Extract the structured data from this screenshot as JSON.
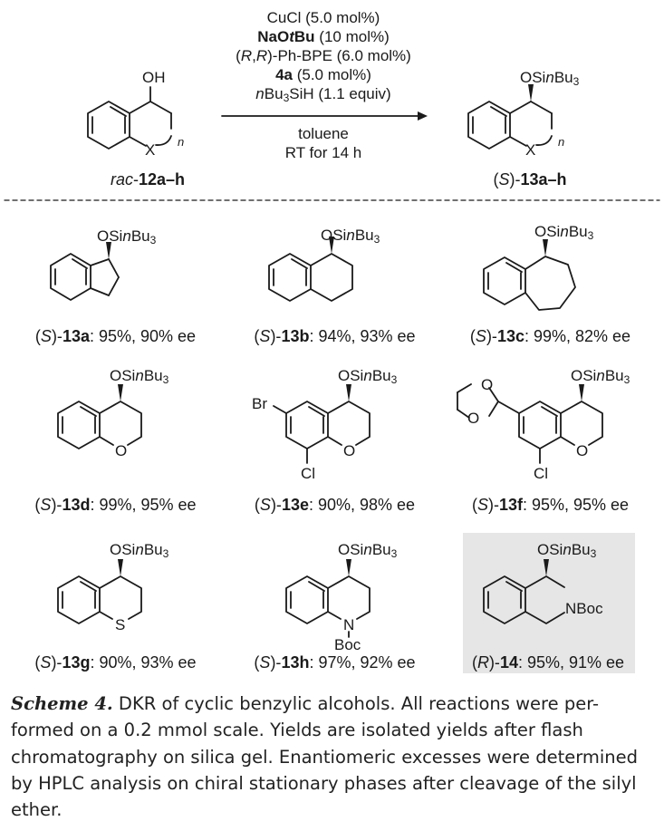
{
  "reaction": {
    "conditions": [
      "CuCl (5.0 mol%)",
      "NaOtBu (10 mol%)",
      "(R,R)-Ph-BPE (6.0 mol%)",
      "4a (5.0 mol%)",
      "nBu3SiH (1.1 equiv)",
      "toluene",
      "RT for 14 h"
    ],
    "start_label": "rac-12a–h",
    "product_label": "(S)-13a–h",
    "start_substituent": "OH",
    "product_substituent": "OSinBu3",
    "ring_atom": "X",
    "ring_index": "n"
  },
  "products": [
    {
      "id": "13a",
      "label": "(S)-13a: 95%, 90% ee",
      "config": "S",
      "yield": "95%",
      "ee": "90% ee"
    },
    {
      "id": "13b",
      "label": "(S)-13b: 94%, 93% ee",
      "config": "S",
      "yield": "94%",
      "ee": "93% ee"
    },
    {
      "id": "13c",
      "label": "(S)-13c: 99%, 82% ee",
      "config": "S",
      "yield": "99%",
      "ee": "82% ee"
    },
    {
      "id": "13d",
      "label": "(S)-13d: 99%, 95% ee",
      "config": "S",
      "yield": "99%",
      "ee": "95% ee"
    },
    {
      "id": "13e",
      "label": "(S)-13e: 90%, 98% ee",
      "config": "S",
      "yield": "90%",
      "ee": "98% ee"
    },
    {
      "id": "13f",
      "label": "(S)-13f: 95%, 95% ee",
      "config": "S",
      "yield": "95%",
      "ee": "95% ee"
    },
    {
      "id": "13g",
      "label": "(S)-13g: 90%, 93% ee",
      "config": "S",
      "yield": "90%",
      "ee": "93% ee"
    },
    {
      "id": "13h",
      "label": "(S)-13h: 97%, 92% ee",
      "config": "S",
      "yield": "97%",
      "ee": "92% ee"
    },
    {
      "id": "14",
      "label": "(R)-14: 95%, 91% ee",
      "config": "R",
      "yield": "95%",
      "ee": "91% ee"
    }
  ],
  "atoms": {
    "O": "O",
    "S": "S",
    "N": "N",
    "Br": "Br",
    "Cl": "Cl",
    "Boc": "Boc",
    "NBoc": "NBoc"
  },
  "caption": {
    "heading": "Scheme 4.",
    "text": " DKR of cyclic benzylic alcohols. All reactions were per-formed on a 0.2 mmol scale. Yields are isolated yields after flash chromatography on silica gel. Enantiomeric excesses were determined by HPLC analysis on chiral stationary phases after cleavage of the silyl ether."
  }
}
